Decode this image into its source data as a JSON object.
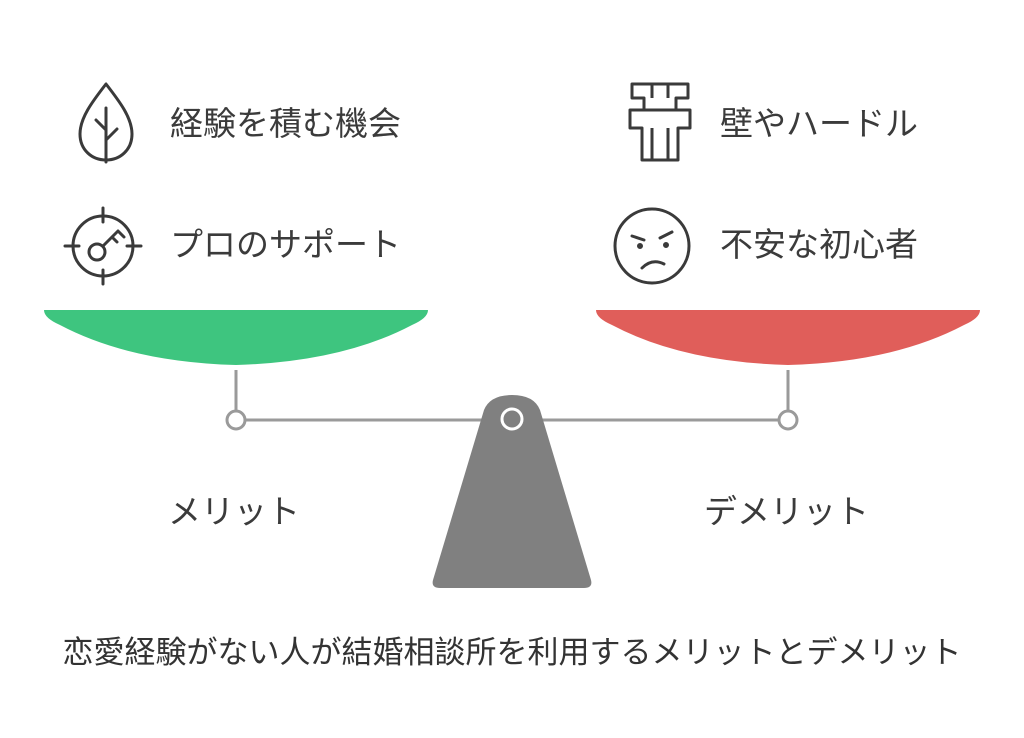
{
  "title": "恋愛経験がない人が結婚相談所を利用するメリットとデメリット",
  "left": {
    "label": "メリット",
    "color": "#3ec57f",
    "items": [
      {
        "icon": "plant-icon",
        "text": "経験を積む機会"
      },
      {
        "icon": "target-key-icon",
        "text": "プロのサポート"
      }
    ]
  },
  "right": {
    "label": "デメリット",
    "color": "#e05e5a",
    "items": [
      {
        "icon": "barrier-icon",
        "text": "壁やハードル"
      },
      {
        "icon": "worried-face-icon",
        "text": "不安な初心者"
      }
    ]
  },
  "colors": {
    "beam": "#9a9a9a",
    "fulcrum": "#808080",
    "icon": "#3a3a3a"
  }
}
